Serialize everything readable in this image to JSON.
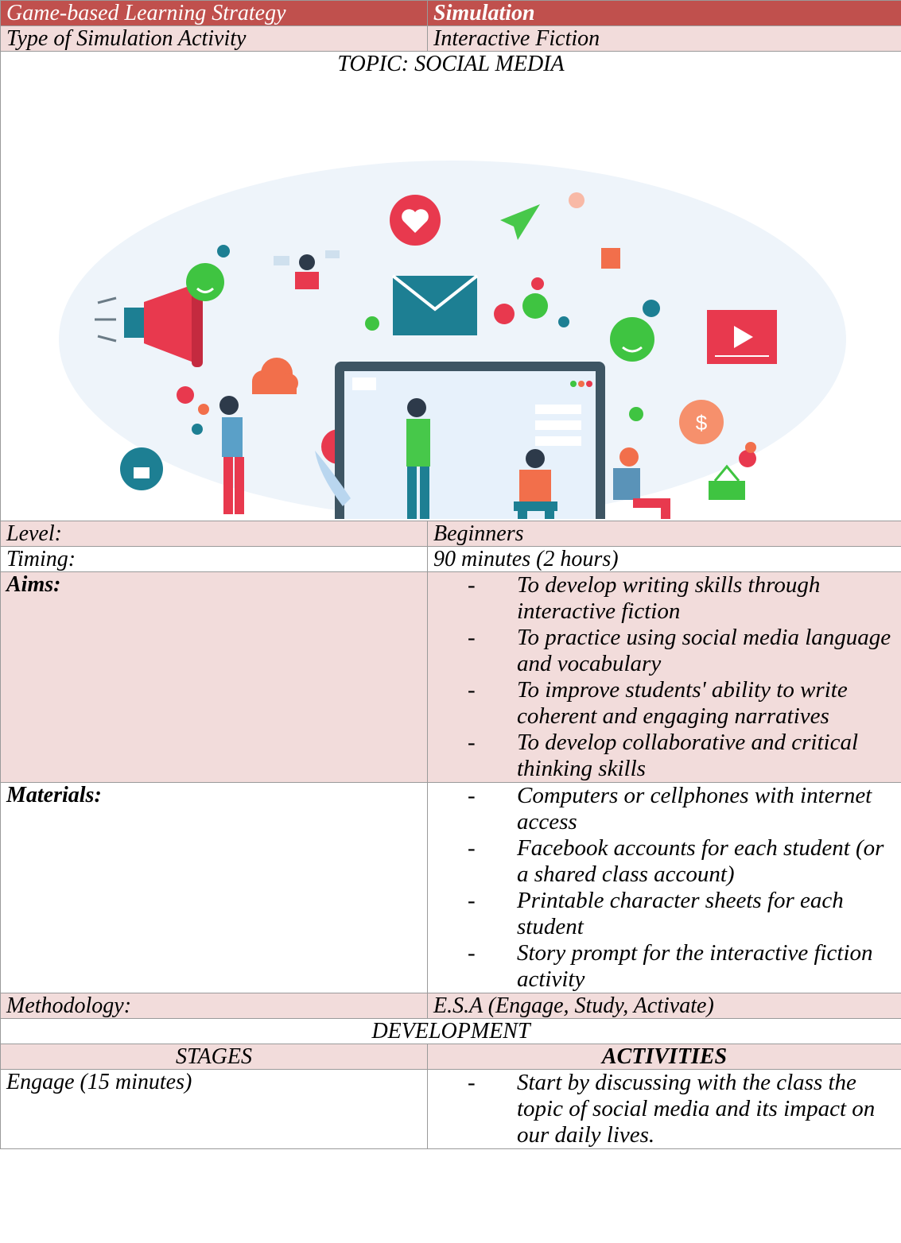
{
  "header": {
    "strategy_label": "Game-based Learning Strategy",
    "strategy_value": "Simulation",
    "type_label": "Type of Simulation  Activity",
    "type_value": "Interactive Fiction"
  },
  "topic": "TOPIC: SOCIAL MEDIA",
  "illustration": {
    "icons": [
      "megaphone-icon",
      "heart-icon",
      "paper-plane-icon",
      "envelope-icon",
      "play-video-icon",
      "cloud-icon",
      "like-icon",
      "smile-icon",
      "dollar-coin-icon",
      "shopping-basket-icon",
      "clock-icon",
      "laptop-icon",
      "person-icon"
    ],
    "colors": {
      "red": "#e8394e",
      "green": "#3fc441",
      "teal": "#1d7f93",
      "laptop": "#3e5563",
      "orange": "#f26f4b"
    }
  },
  "rows": {
    "level_label": "Level:",
    "level_value": "Beginners",
    "timing_label": "Timing:",
    "timing_value": "90 minutes (2 hours)",
    "aims_label": "Aims:",
    "aims": [
      "To develop writing skills through interactive fiction",
      "To practice using social media language and vocabulary",
      "To improve students' ability to write coherent and engaging narratives",
      "To develop collaborative and critical thinking skills"
    ],
    "materials_label": "Materials:",
    "materials": [
      "Computers or cellphones with internet access",
      "Facebook accounts for each student (or a shared class account)",
      "Printable character sheets for each student",
      "Story prompt for the interactive fiction activity"
    ],
    "methodology_label": "Methodology:",
    "methodology_value": "E.S.A (Engage, Study, Activate)"
  },
  "development": {
    "title": "DEVELOPMENT",
    "stages_header": "STAGES",
    "activities_header": "ACTIVITIES",
    "engage_label": "Engage (15 minutes)",
    "engage_activities": [
      "Start by discussing with the class the topic of social media and its impact on our daily lives."
    ]
  },
  "colors": {
    "header_bg": "#c0504d",
    "row_bg": "#f2dcdb",
    "border": "#9a9a9a"
  }
}
